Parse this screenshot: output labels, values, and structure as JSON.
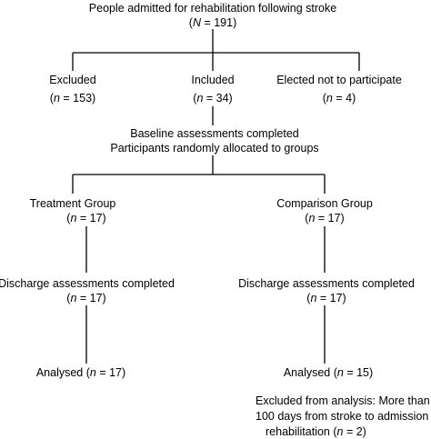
{
  "diagram": {
    "root": {
      "label": "People admitted for rehabilitation following stroke",
      "count": "(N = 191)"
    },
    "excluded": {
      "label": "Excluded",
      "count": "(n = 153)"
    },
    "included": {
      "label": "Included",
      "count": "(n = 34)"
    },
    "declined": {
      "label": "Elected not to participate",
      "count": "(n = 4)"
    },
    "baseline": {
      "line1": "Baseline assessments completed",
      "line2": "Participants randomly allocated to groups"
    },
    "treatment": {
      "label": "Treatment Group",
      "count": "(n = 17)",
      "discharge_label": "Discharge assessments completed",
      "discharge_count": "(n = 17)",
      "analysed": "Analysed (n = 17)"
    },
    "comparison": {
      "label": "Comparison Group",
      "count": "(n = 17)",
      "discharge_label": "Discharge assessments completed",
      "discharge_count": "(n = 17)",
      "analysed": "Analysed (n = 15)",
      "excluded_note": [
        "Excluded from analysis: More than",
        "100 days from stroke to admission to",
        "rehabilitation (n = 2)"
      ]
    }
  }
}
